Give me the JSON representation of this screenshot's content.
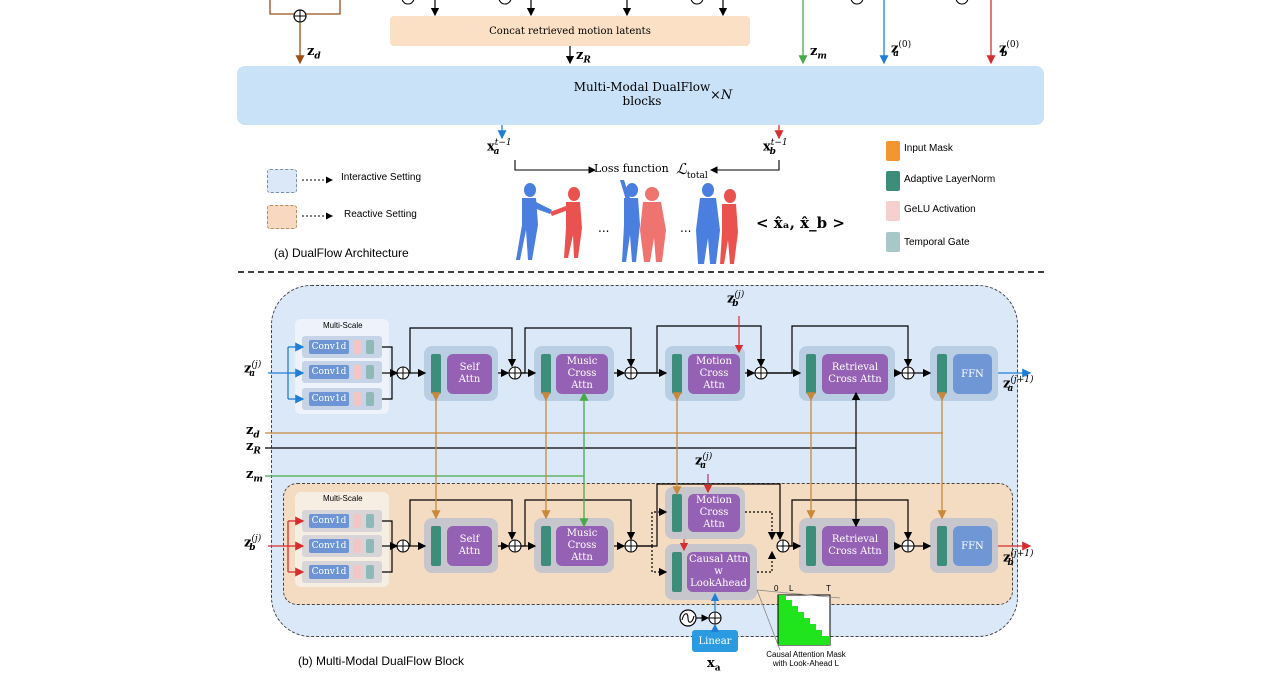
{
  "top": {
    "concat_label": "Concat retrieved motion latents",
    "block_title": "Multi-Modal DualFlow\nblocks",
    "times_n": "×N",
    "loss_label": "Loss function",
    "loss_symbol": "ℒ",
    "loss_sub": "total",
    "caption": "(a) DualFlow Architecture",
    "output_tuple": "< x̂ₐ, x̂_b >",
    "ellipsis": "...",
    "z_d": "z",
    "z_d_sub": "d",
    "z_R": "z",
    "z_R_sub": "R",
    "z_m": "z",
    "z_m_sub": "m",
    "z_a0": "z",
    "z_a0_sub": "a",
    "z_a0_sup": "(0)",
    "z_b0": "z",
    "z_b0_sub": "b",
    "z_b0_sup": "(0)",
    "x_a": "x",
    "x_a_sub": "a",
    "x_a_sup": "t−1",
    "x_b": "x",
    "x_b_sub": "b",
    "x_b_sup": "t−1"
  },
  "setting_legend": [
    {
      "label": "Interactive Setting",
      "color": "#dbe8f8",
      "border": "#7a8fb0"
    },
    {
      "label": "Reactive Setting",
      "color": "#f8d9bf",
      "border": "#b08c6a"
    }
  ],
  "color_legend": [
    {
      "label": "Input Mask",
      "color": "#f4962f"
    },
    {
      "label": "Adaptive LayerNorm",
      "color": "#3d8d7b"
    },
    {
      "label": "GeLU Activation",
      "color": "#f6cfcf"
    },
    {
      "label": "Temporal Gate",
      "color": "#a8c8c8"
    }
  ],
  "bottom": {
    "caption": "(b) Multi-Modal DualFlow Block",
    "multiscale": "Multi-Scale",
    "conv": "Conv1d",
    "self_attn": "Self\nAttn",
    "music_attn": "Music\nCross Attn",
    "motion_attn": "Motion\nCross Attn",
    "retrieval_attn": "Retrieval\nCross Attn",
    "ffn": "FFN",
    "causal_attn": "Causal Attn w\nLookAhead",
    "linear": "Linear",
    "x_a": "x",
    "x_a_sub": "a",
    "mask_caption": "Causal Attention Mask\nwith Look-Ahead L",
    "mask_ticks": [
      "0",
      "L",
      "T"
    ],
    "z_a_j": "z",
    "z_a_j_sub": "a",
    "z_a_j_sup": "(j)",
    "z_b_j": "z",
    "z_b_j_sub": "b",
    "z_b_j_sup": "(j)",
    "z_a_j1": "z",
    "z_a_j1_sub": "a",
    "z_a_j1_sup": "(j+1)",
    "z_b_j1": "z",
    "z_b_j1_sub": "b",
    "z_b_j1_sup": "(j+1)",
    "z_d": "z",
    "z_d_sub": "d",
    "z_R": "z",
    "z_R_sub": "R",
    "z_m": "z",
    "z_m_sub": "m"
  },
  "colors": {
    "blue_line": "#1f7fd6",
    "red_line": "#d62e2e",
    "green_line": "#4aa84a",
    "orange_line": "#c8893a",
    "brown_line": "#9a4f1a",
    "block_blue": "#c9e2f7",
    "purple": "#9461b5"
  }
}
